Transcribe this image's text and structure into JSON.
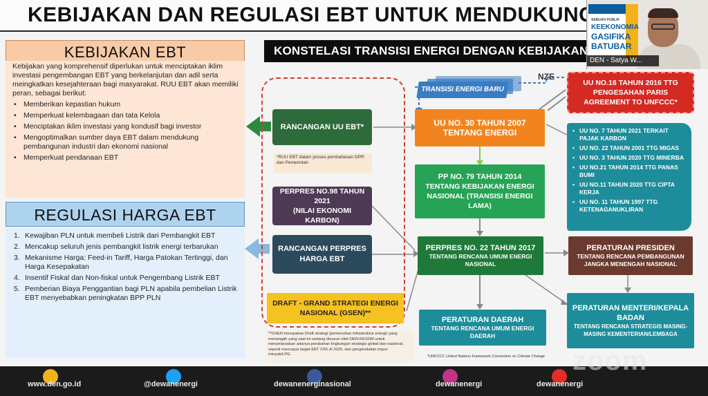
{
  "title": "KEBIJAKAN DAN REGULASI EBT UNTUK MENDUKUNG T",
  "kebijakan": {
    "header": "KEBIJAKAN EBT",
    "intro": "Kebijakan yang komprehensif diperlukan untuk menciptakan iklim investasi pengembangan EBT yang berkelanjutan dan adil serta meingkatkan kesejahteraan bagi masyarakat. RUU EBT akan memiliki peran, sebagai berikut:",
    "items": [
      "Memberikan kepastian hukum",
      "Memperkuat kelembagaan dan tata Kelola",
      "Menciptakan iklim investasi yang kondusif bagi investor",
      "Mengoptimalkan sumber daya EBT dalam mendukung pembangunan industri dan ekonomi nasional",
      "Memperkuat pendanaan EBT"
    ]
  },
  "regulasi": {
    "header": "REGULASI HARGA EBT",
    "items": [
      {
        "n": "1.",
        "text": "Kewajiban PLN untuk membeli Listrik dari Pembangkit EBT"
      },
      {
        "n": "2.",
        "text": "Mencakup seluruh jenis pembangkit listrik energi terbarukan"
      },
      {
        "n": "3.",
        "text": "Mekanisme Harga: Feed-in Tariff, Harga Patokan Tertinggi, dan Harga Kesepakatan"
      },
      {
        "n": "4.",
        "text": "Insentif Fiskal dan Non-fiskal untuk Pengembang Listrik EBT"
      },
      {
        "n": "5.",
        "text": "Pemberian Biaya Penggantian bagi PLN apabila pembelian Listrik EBT menyebabkan peningkatan BPP PLN"
      }
    ]
  },
  "konstelasi": {
    "title": "KONSTELASI TRANSISI ENERGI DENGAN KEBIJAKAN DAN",
    "transisi": "TRANSISI ENERGI BARU",
    "nze": "NZE",
    "rancangan_uu": "RANCANGAN UU EBT*",
    "rancangan_uu_note": "*RUU EBT dalam proses pembahasan DPR dan Pemerintah",
    "perpres98_main": "PERPRES NO.98 TAHUN 2021",
    "perpres98_sub": "(NILAI EKONOMI KARBON)",
    "rancangan_perpres": "RANCANGAN PERPRES HARGA EBT",
    "gsen": "DRAFT - GRAND STRATEGI ENERGI NASIONAL (GSEN)**",
    "gsen_note": "**GSEN merupakan Draft strategi (pemenuhan infrastruktur energi) yang menangah yang saat ini sedang disusun oleh DEN-KESDM untuk menyelaraskan adanya perubahan lingkungan strategis global dan nasional, seperti mencapai target EBT 23% di 2025, dan pengendalian impor minyak/LPG.",
    "uu30_main": "UU NO. 30 TAHUN 2007",
    "uu30_sub": "TENTANG ENERGI",
    "pp79_main": "PP NO. 79 TAHUN 2014",
    "pp79_sub": "TENTANG KEBIJAKAN ENERGI NASIONAL (TRANSISI ENERGI LAMA)",
    "perpres22_main": "PERPRES NO. 22 TAHUN 2017",
    "perpres22_sub": "TENTANG RENCANA UMUM ENERGI NASIONAL",
    "perda_main": "PERATURAN DAERAH",
    "perda_sub": "TENTANG RENCANA UMUM ENERGI DAERAH",
    "uu16": "UU NO.16 TAHUN 2016 TTG PENGESAHAN PARIS AGREEMENT TO UNFCCC*",
    "unfccc_note": "*UNFCCC United Nations Framework Convention on Climate Change",
    "uu_list": [
      "UU NO. 7 TAHUN 2021 TERKAIT PAJAK KARBON",
      "UU NO. 22 TAHUN 2001 TTG MIGAS",
      "UU NO. 3 TAHUN 2020 TTG MINERBA",
      "UU NO.21 TAHUN 2014 TTG PANAS BUMI",
      "UU NO.11 TAHUN 2020 TTG CIPTA KERJA",
      "UU NO. 11 TAHUN 1997 TTG KETENAGANUKLIRAN"
    ],
    "perpres_main": "PERATURAN PRESIDEN",
    "perpres_sub": "TENTANG RENCANA PEMBANGUNAN JANGKA MENENGAH NASIONAL",
    "permen_main": "PERATURAN MENTERI/KEPALA BADAN",
    "permen_sub": "TENTANG RENCANA STRATEGIS MASING-MASING KEMENTERIAN/LEMBAGA"
  },
  "footer": {
    "items": [
      "www.den.go.id",
      "@dewanenergi",
      "dewanenerginasional",
      "dewanenergi",
      "dewanenergi"
    ]
  },
  "webcam": {
    "name": "DEN - Satya W...",
    "book_l1": "SEBUAH PUBLIK",
    "book_l2": "KEEKONOMIA",
    "book_l3": "GASIFIKA",
    "book_l4": "BATUBAR"
  },
  "watermark": "zoom",
  "colors": {
    "accent_orange": "#f2841f",
    "accent_green": "#26a355",
    "accent_red": "#d42a22",
    "accent_teal": "#1e8d9b"
  }
}
